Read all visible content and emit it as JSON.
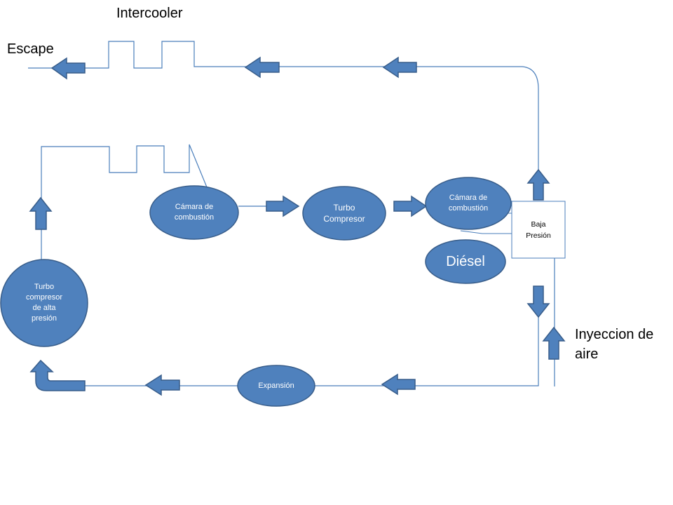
{
  "labels": {
    "intercooler": "Intercooler",
    "escape": "Escape",
    "inyeccion": "Inyeccion de\naire"
  },
  "nodes": {
    "camara_left": "Cámara de\ncombustión",
    "turbo_compresor": "Turbo\nCompresor",
    "camara_right": "Cámara de\ncombustión",
    "diesel": "Diésel",
    "turbo_alta": "Turbo\ncompresor\nde alta\npresión",
    "expansion": "Expansión",
    "baja_presion": "Baja\nPresión"
  },
  "colors": {
    "fill": "#4f81bd",
    "stroke": "#385d8a",
    "line": "#4a7ebb"
  }
}
